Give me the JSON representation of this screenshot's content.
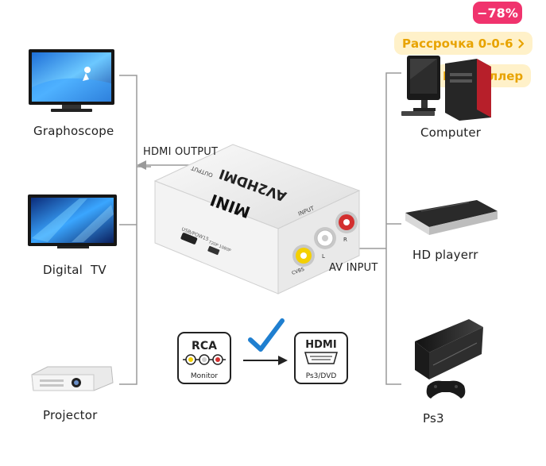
{
  "badges": {
    "discount": "−78%",
    "installment": "Рассрочка 0-0-6",
    "bestseller": "Бестселлер"
  },
  "devices": {
    "left": [
      {
        "label": "Graphoscope"
      },
      {
        "label": "Digital  TV"
      },
      {
        "label": "Projector"
      }
    ],
    "right": [
      {
        "label": "Computer"
      },
      {
        "label": "HD playerr"
      },
      {
        "label": "Ps3"
      }
    ]
  },
  "connectors": {
    "hdmi_output": "HDMI OUTPUT",
    "av_input": "AV INPUT"
  },
  "converter": {
    "model": "AV2HDMI",
    "brand": "MINI",
    "output_label": "OUTPUT",
    "input_label": "INPUT",
    "usb_label": "USB/POW15",
    "switch_label": "720P 1080P",
    "cvbs_label": "CVBS",
    "l_label": "L",
    "r_label": "R"
  },
  "diagram": {
    "rca_title": "RCA",
    "rca_caption": "Monitor",
    "hdmi_title": "HDMI",
    "hdmi_caption": "Ps3/DVD"
  },
  "icons": {
    "chevron": "chevron-right-icon",
    "check": "checkmark-icon"
  }
}
